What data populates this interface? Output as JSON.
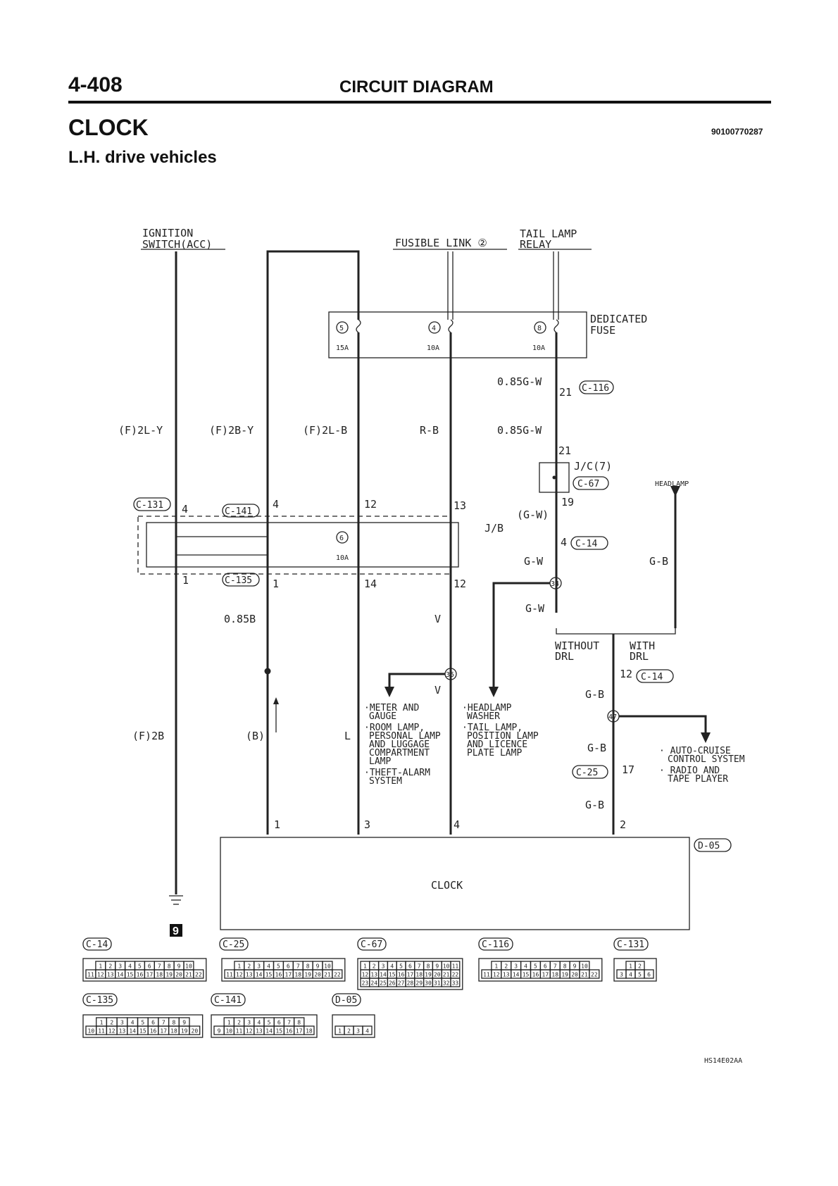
{
  "header": {
    "page_number": "4-408",
    "section": "CIRCUIT DIAGRAM",
    "title": "CLOCK",
    "doc_number": "90100770287",
    "subtitle": "L.H. drive vehicles"
  },
  "sources": {
    "ignition_1": "IGNITION",
    "ignition_2": "SWITCH(ACC)",
    "fusible_link": "FUSIBLE LINK ②",
    "tail_1": "TAIL LAMP",
    "tail_2": "RELAY",
    "dedicated_1": "DEDICATED",
    "dedicated_2": "FUSE",
    "headlamp": "HEADLAMP"
  },
  "fuses": [
    {
      "num": "5",
      "rating": "15A"
    },
    {
      "num": "4",
      "rating": "10A"
    },
    {
      "num": "8",
      "rating": "10A"
    }
  ],
  "jb": {
    "label": "J/B",
    "fuse_num": "6",
    "fuse_rating": "10A"
  },
  "wires": {
    "w1": "(F)2L-Y",
    "w2": "(F)2B-Y",
    "w3": "(F)2L-B",
    "w4": "R-B",
    "w5a": "0.85G-W",
    "w5b": "0.85G-W",
    "w5c": "(G-W)",
    "w5d": "G-W",
    "w5e": "G-W",
    "w6": "G-B",
    "w7": "0.85B",
    "w8": "V",
    "w9": "V",
    "w10": "(F)2B",
    "w11": "(B)",
    "w12": "L",
    "w13": "G-B",
    "w14": "G-B",
    "w15": "G-B"
  },
  "pins": {
    "c131_4": "4",
    "c141_4": "4",
    "jb_12": "12",
    "jb_13": "13",
    "c135_1a": "1",
    "c135_1b": "1",
    "jb_14": "14",
    "jb_12b": "12",
    "c116_21": "21",
    "jc_21": "21",
    "jc_19": "19",
    "c14_4": "4",
    "c14_12": "12",
    "c25_17": "17",
    "clk_1": "1",
    "clk_3": "3",
    "clk_4": "4",
    "clk_2": "2"
  },
  "connectors": {
    "c116": "C-116",
    "c67": "C-67",
    "jc": "J/C(7)",
    "c14a": "C-14",
    "c131": "C-131",
    "c141": "C-141",
    "c135": "C-135",
    "c14b": "C-14",
    "c25": "C-25",
    "d05": "D-05"
  },
  "drl": {
    "without_1": "WITHOUT",
    "without_2": "DRL",
    "with_1": "WITH",
    "with_2": "DRL"
  },
  "junctions": {
    "j34": "34",
    "j35": "35",
    "j47": "47"
  },
  "loads": {
    "meter_1": "·METER AND",
    "meter_2": "GAUGE",
    "room_1": "·ROOM LAMP,",
    "room_2": "PERSONAL LAMP",
    "room_3": "AND LUGGAGE",
    "room_4": "COMPARTMENT",
    "room_5": "LAMP",
    "theft_1": "·THEFT-ALARM",
    "theft_2": "SYSTEM",
    "washer_1": "·HEADLAMP",
    "washer_2": "WASHER",
    "tail_1": "·TAIL LAMP,",
    "tail_2": "POSITION LAMP",
    "tail_3": "AND LICENCE",
    "tail_4": "PLATE LAMP",
    "cruise_1": "· AUTO-CRUISE",
    "cruise_2": "CONTROL SYSTEM",
    "radio_1": "· RADIO AND",
    "radio_2": "TAPE PLAYER"
  },
  "clock_label": "CLOCK",
  "ground_number": "9",
  "footer_code": "HS14E02AA",
  "connector_views": [
    {
      "name": "C-14",
      "row1": [
        "1",
        "2",
        "3",
        "4",
        "5",
        "6",
        "7",
        "8",
        "9",
        "10"
      ],
      "row2": [
        "11",
        "12",
        "13",
        "14",
        "15",
        "16",
        "17",
        "18",
        "19",
        "20",
        "21",
        "22"
      ]
    },
    {
      "name": "C-25",
      "row1": [
        "1",
        "2",
        "3",
        "4",
        "5",
        "6",
        "7",
        "8",
        "9",
        "10"
      ],
      "row2": [
        "11",
        "12",
        "13",
        "14",
        "15",
        "16",
        "17",
        "18",
        "19",
        "20",
        "21",
        "22"
      ]
    },
    {
      "name": "C-67",
      "row1": [
        "1",
        "2",
        "3",
        "4",
        "5",
        "6",
        "7",
        "8",
        "9",
        "10",
        "11"
      ],
      "row2": [
        "12",
        "13",
        "14",
        "15",
        "16",
        "17",
        "18",
        "19",
        "20",
        "21",
        "22"
      ],
      "row3": [
        "23",
        "24",
        "25",
        "26",
        "27",
        "28",
        "29",
        "30",
        "31",
        "32",
        "33"
      ]
    },
    {
      "name": "C-116",
      "row1": [
        "1",
        "2",
        "3",
        "4",
        "5",
        "6",
        "7",
        "8",
        "9",
        "10"
      ],
      "row2": [
        "11",
        "12",
        "13",
        "14",
        "15",
        "16",
        "17",
        "18",
        "19",
        "20",
        "21",
        "22"
      ]
    },
    {
      "name": "C-131",
      "row1": [
        "1",
        "2"
      ],
      "row2": [
        "3",
        "4",
        "5",
        "6"
      ]
    },
    {
      "name": "C-135",
      "row1": [
        "1",
        "2",
        "3",
        "4",
        "5",
        "6",
        "7",
        "8",
        "9"
      ],
      "row2": [
        "10",
        "11",
        "12",
        "13",
        "14",
        "15",
        "16",
        "17",
        "18",
        "19",
        "20"
      ]
    },
    {
      "name": "C-141",
      "row1": [
        "1",
        "2",
        "3",
        "4",
        "5",
        "6",
        "7",
        "8"
      ],
      "row2": [
        "9",
        "10",
        "11",
        "12",
        "13",
        "14",
        "15",
        "16",
        "17",
        "18"
      ]
    },
    {
      "name": "D-05",
      "row1": [],
      "row2": [
        "1",
        "2",
        "3",
        "4"
      ]
    }
  ]
}
